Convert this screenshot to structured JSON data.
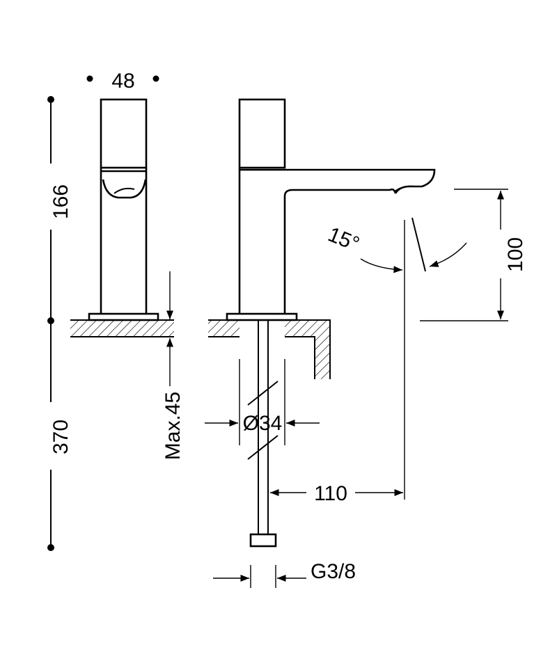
{
  "dimensions": {
    "width_top": "48",
    "height_upper": "166",
    "height_lower": "370",
    "max_thickness": "Max.45",
    "diameter": "Ø34",
    "reach": "110",
    "spout_height": "100",
    "angle": "15°",
    "thread": "G3/8"
  }
}
